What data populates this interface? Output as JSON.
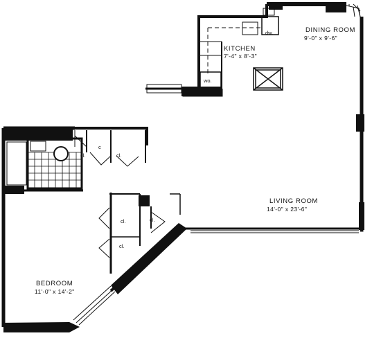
{
  "rooms": {
    "dining": {
      "name": "DINING ROOM",
      "dims": "9'-0\" x 9'-6\""
    },
    "kitchen": {
      "name": "KITCHEN",
      "dims": "7'-4\" x 8'-3\""
    },
    "living": {
      "name": "LIVING ROOM",
      "dims": "14'-0\" x 23'-6\""
    },
    "bedroom": {
      "name": "BEDROOM",
      "dims": "11'-0\" x 14'-2\""
    }
  },
  "fixtures": {
    "dishwasher": "dw.",
    "washer": "wo.",
    "closet": "cl.",
    "closet_c": "c"
  },
  "colors": {
    "wall": "#111111",
    "background": "#ffffff"
  }
}
